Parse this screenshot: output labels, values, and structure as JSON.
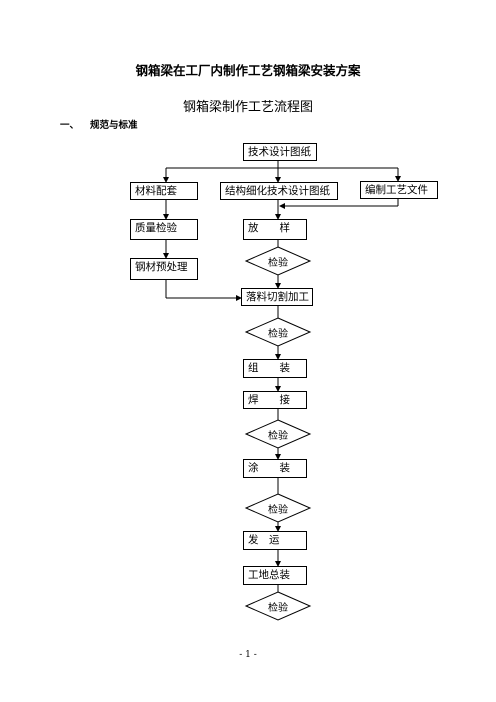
{
  "document": {
    "title": "钢箱梁在工厂内制作工艺钢箱梁安装方案",
    "subtitle": "钢箱梁制作工艺流程图",
    "section": {
      "number": "一、",
      "text": "规范与标准"
    },
    "page_number": "- 1 -"
  },
  "flowchart": {
    "design": "技术设计图纸",
    "materials": "材料配套",
    "structure": "结构细化技术设计图纸",
    "process_doc": "编制工艺文件",
    "quality_check": "质量检验",
    "layout": "放　　样",
    "pretreat": "钢材预处理",
    "cutting": "落料切割加工",
    "assembly": "组　　装",
    "welding": "焊　　接",
    "coating": "涂　　装",
    "shipping": "发　运",
    "site_assembly": "工地总装",
    "inspection": "检验"
  }
}
